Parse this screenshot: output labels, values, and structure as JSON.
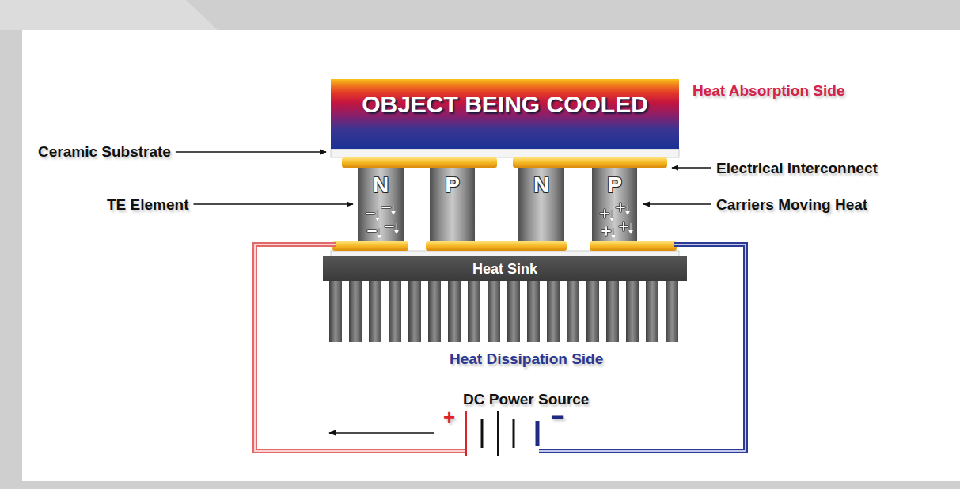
{
  "diagram": {
    "nodes": [
      {
        "text": [
          "OBJECT BEING COOLED"
        ]
      },
      {
        "text": [
          "N"
        ]
      },
      {
        "text": [
          "P"
        ]
      },
      {
        "text": [
          "N"
        ]
      },
      {
        "text": [
          "P"
        ]
      },
      {
        "text": [
          "Heat Sink"
        ]
      }
    ],
    "labels": [
      "Heat Absorption Side",
      "Ceramic Substrate",
      "Electrical Interconnect",
      "TE Element",
      "Carriers Moving Heat",
      "Heat Dissipation Side",
      "DC Power Source",
      "+",
      "−"
    ]
  }
}
